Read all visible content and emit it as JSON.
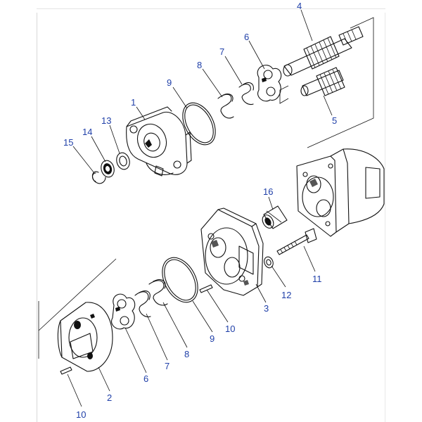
{
  "diagram": {
    "callouts": {
      "n1": "1",
      "n2": "2",
      "n3": "3",
      "n4": "4",
      "n5": "5",
      "n6a": "6",
      "n6b": "6",
      "n7a": "7",
      "n7b": "7",
      "n8a": "8",
      "n8b": "8",
      "n9a": "9",
      "n9b": "9",
      "n10a": "10",
      "n10b": "10",
      "n11": "11",
      "n12": "12",
      "n13": "13",
      "n14": "14",
      "n15": "15",
      "n16": "16"
    },
    "colors": {
      "callout": "#1f3fa8",
      "line": "#111111"
    }
  }
}
